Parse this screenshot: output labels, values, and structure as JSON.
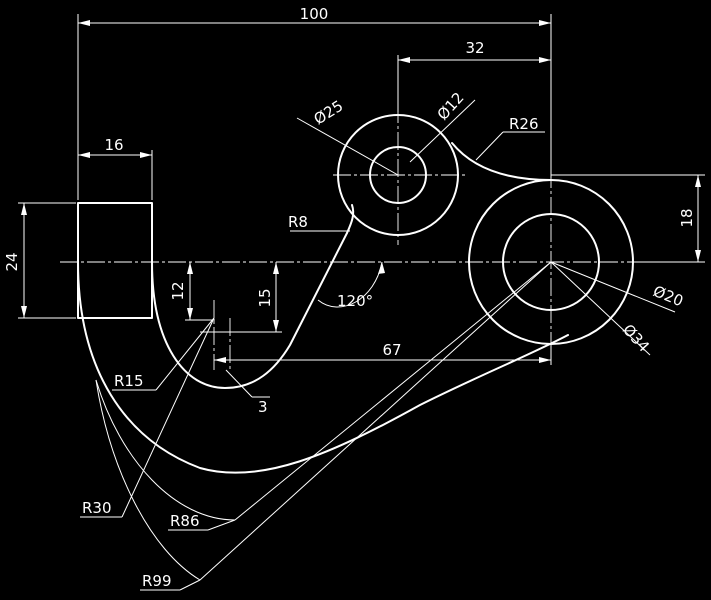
{
  "drawing": {
    "colors": {
      "background": "#000000",
      "lines": "#ffffff"
    },
    "dimensions": {
      "width_100": "100",
      "width_32": "32",
      "width_16": "16",
      "height_24": "24",
      "height_18": "18",
      "height_12": "12",
      "height_15": "15",
      "length_67": "67",
      "offset_3": "3",
      "dia_25": "Ø25",
      "dia_12": "Ø12",
      "dia_20": "Ø20",
      "dia_34": "Ø34",
      "rad_26": "R26",
      "rad_8": "R8",
      "rad_15": "R15",
      "rad_30": "R30",
      "rad_86": "R86",
      "rad_99": "R99",
      "angle_120": "120°"
    }
  }
}
